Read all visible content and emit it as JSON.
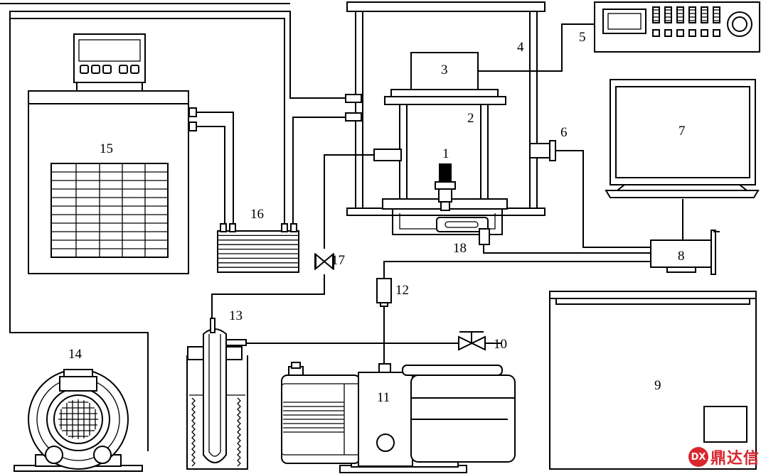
{
  "labels": {
    "c1": "1",
    "c2": "2",
    "c3": "3",
    "c4": "4",
    "c5": "5",
    "c6": "6",
    "c7": "7",
    "c8": "8",
    "c9": "9",
    "c10": "10",
    "c11": "11",
    "c12": "12",
    "c13": "13",
    "c14": "14",
    "c15": "15",
    "c16": "16",
    "c17": "17",
    "c18": "18"
  },
  "watermark": {
    "text": "鼎达信"
  },
  "colors": {
    "line": "#000000",
    "background": "#ffffff",
    "watermark": "#d8262c"
  }
}
